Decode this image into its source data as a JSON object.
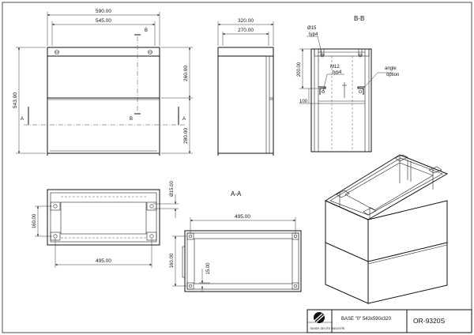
{
  "front_view": {
    "overall_width": "590.00",
    "inner_width": "545.00",
    "height": "543.00",
    "upper_height": "260.00",
    "lower_height": "280.00",
    "section_b": "B",
    "section_a": "A"
  },
  "side_view": {
    "overall_width": "320.00",
    "inner_width": "270.00"
  },
  "section_bb": {
    "title": "B-B",
    "hole_diameter": "Ø15",
    "hole_count": "typ4",
    "thread": "M12",
    "thread_count": "typ4",
    "vertical_dim": "200.00",
    "lower_dim": "100",
    "note_line1": "angle",
    "note_line2": "option"
  },
  "top_view": {
    "depth": "160.00",
    "width": "495.00",
    "hole_dim": "Ø15.00"
  },
  "section_aa": {
    "title": "A-A",
    "width": "495.00",
    "depth": "160.00",
    "thickness": "15.00"
  },
  "title_block": {
    "company": "TANSIK DELİTE İNDUSTRİ",
    "description": "BASE \"0\" 543x590x320",
    "drawing_number": "OR-9320S"
  }
}
